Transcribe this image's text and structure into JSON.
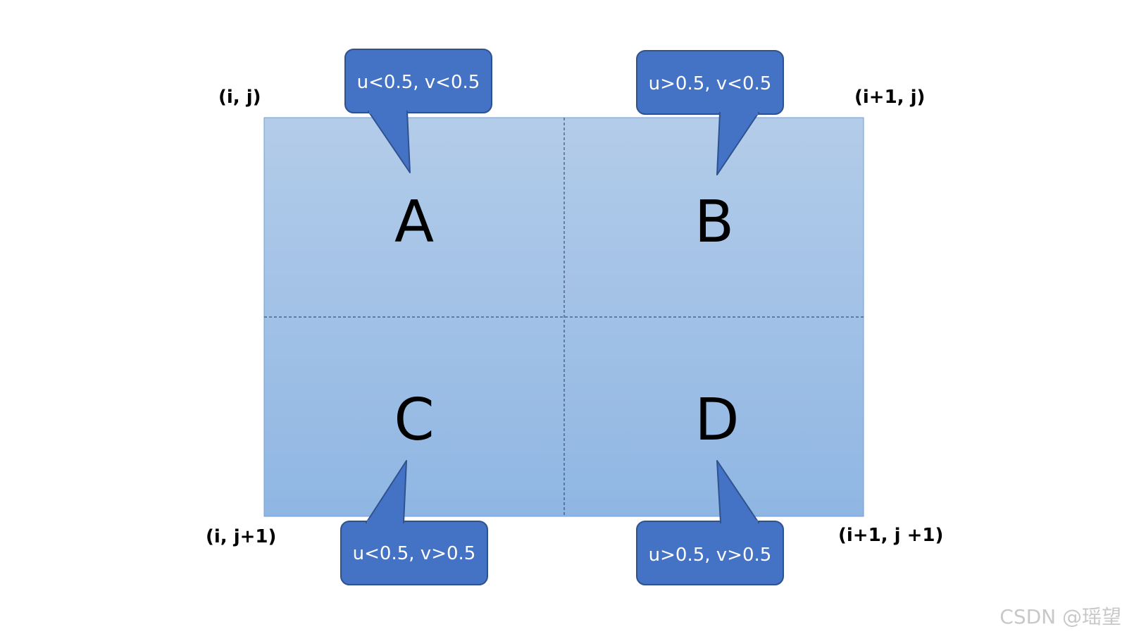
{
  "quadrants": {
    "a": "A",
    "b": "B",
    "c": "C",
    "d": "D"
  },
  "callouts": {
    "a": "u<0.5, v<0.5",
    "b": "u>0.5, v<0.5",
    "c": "u<0.5, v>0.5",
    "d": "u>0.5, v>0.5"
  },
  "corners": {
    "top_left": "(i, j)",
    "top_right": "(i+1, j)",
    "bottom_left": "(i, j+1)",
    "bottom_right": "(i+1, j +1)"
  },
  "watermark": "CSDN @瑶望",
  "colors": {
    "grid_fill_top": "#b3cce9",
    "grid_fill_bottom": "#8fb6e3",
    "grid_border": "#6f9fd8",
    "callout_fill": "#4472c4",
    "callout_border": "#2f528f",
    "divider": "#1f3864"
  }
}
